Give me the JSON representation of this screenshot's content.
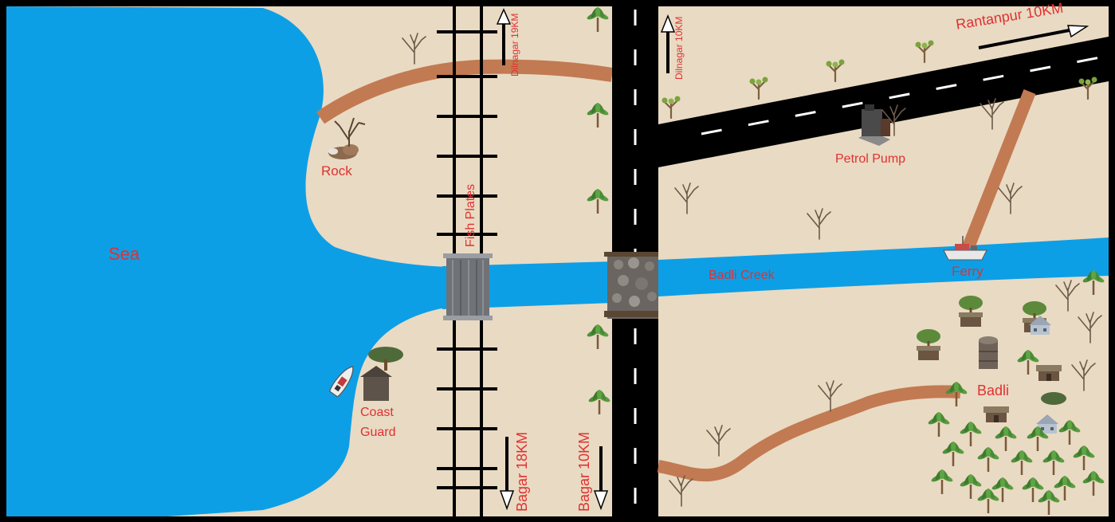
{
  "map": {
    "labels": {
      "sea": "Sea",
      "rock": "Rock",
      "coast_guard_line1": "Coast",
      "coast_guard_line2": "Guard",
      "fish_plates": "Fish Plates",
      "badli_creek": "Badli Creek",
      "petrol_pump": "Petrol Pump",
      "ferry": "Ferry",
      "badli": "Badli"
    },
    "directions": {
      "rail_north": "Dilnagar 19KM",
      "rail_south": "Bagar 18KM",
      "road_north": "Dilnagar 10KM",
      "road_south": "Bagar 10KM",
      "east": "Rantanpur 10KM"
    },
    "colors": {
      "sand": "#e9dac3",
      "sea": "#0d9fe6",
      "road": "#000000",
      "dirt_path": "#c27a52",
      "label": "#e03131",
      "border": "#000000"
    },
    "icons": [
      "rock-icon",
      "coast-guard-building-icon",
      "boat-icon",
      "ferry-icon",
      "petrol-pump-icon",
      "stone-bridge-icon",
      "rail-bridge-icon",
      "palm-tree-icon",
      "dead-tree-icon",
      "joshua-tree-icon",
      "hut-icon",
      "house-icon",
      "water-tower-icon"
    ]
  }
}
